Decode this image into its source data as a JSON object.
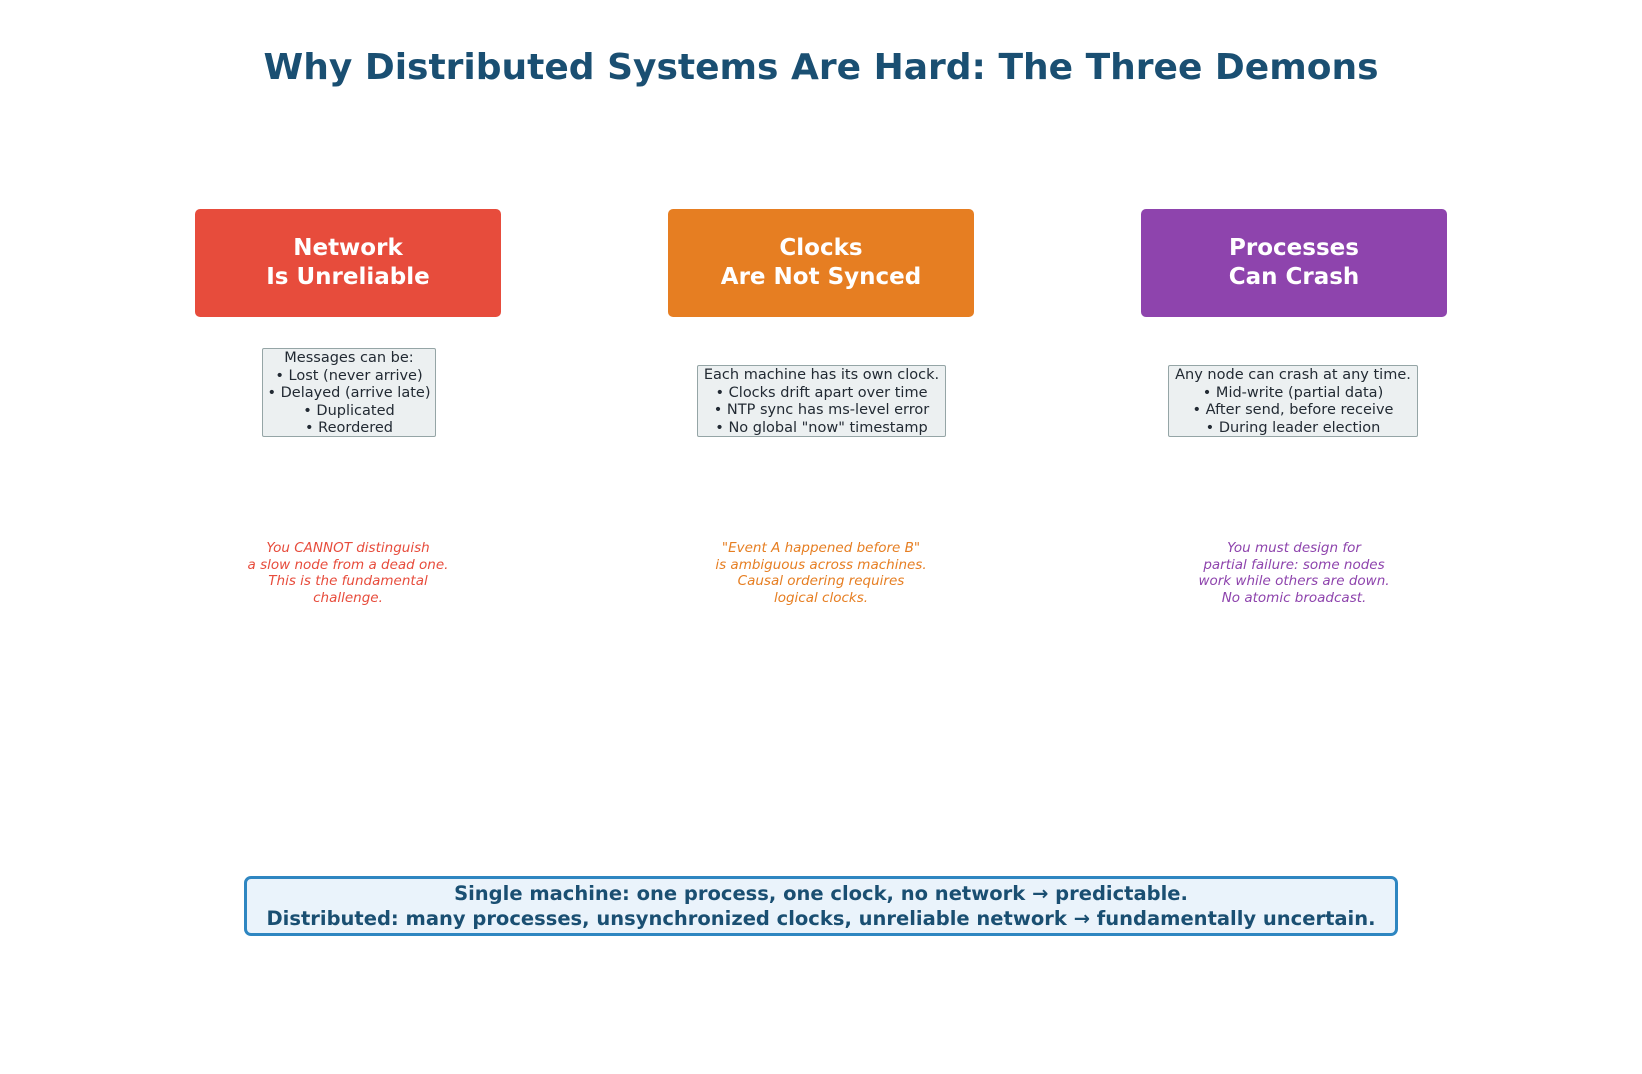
{
  "title": "Why Distributed Systems Are Hard: The Three Demons",
  "demons": [
    {
      "heading": "Network\nIs Unreliable",
      "color": "#e74c3c",
      "description": "Messages can be:\n• Lost (never arrive)\n• Delayed (arrive late)\n• Duplicated\n• Reordered",
      "note": "You CANNOT distinguish\na slow node from a dead one.\nThis is the fundamental\nchallenge."
    },
    {
      "heading": "Clocks\nAre Not Synced",
      "color": "#e67e22",
      "description": "Each machine has its own clock.\n• Clocks drift apart over time\n• NTP sync has ms-level error\n• No global \"now\" timestamp",
      "note": "\"Event A happened before B\"\nis ambiguous across machines.\nCausal ordering requires\nlogical clocks."
    },
    {
      "heading": "Processes\nCan Crash",
      "color": "#8e44ad",
      "description": "Any node can crash at any time.\n• Mid-write (partial data)\n• After send, before receive\n• During leader election",
      "note": "You must design for\npartial failure: some nodes\nwork while others are down.\nNo atomic broadcast."
    }
  ],
  "summary": "Single machine: one process, one clock, no network → predictable.\nDistributed: many processes, unsynchronized clocks, unreliable network → fundamentally uncertain.",
  "colors": {
    "title": "#1a4f72",
    "desc_bg": "#ecf0f1",
    "desc_border": "#95a5a6",
    "banner_border": "#2e86c1",
    "banner_bg": "#eaf3fb"
  }
}
